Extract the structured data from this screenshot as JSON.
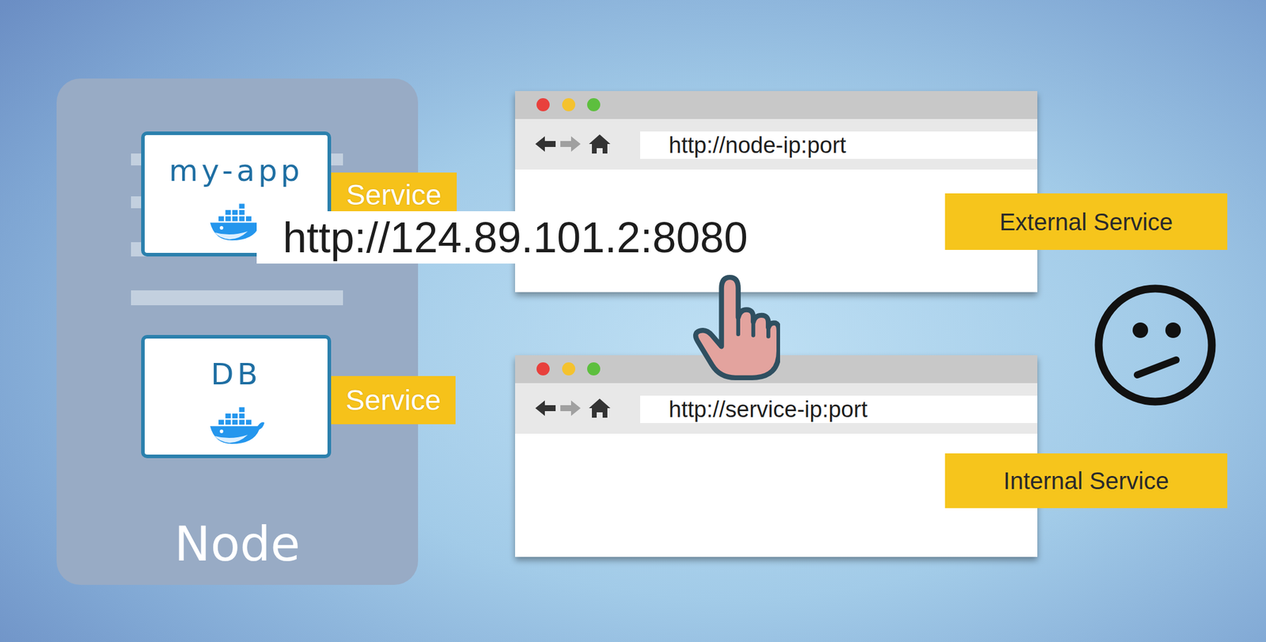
{
  "diagram": {
    "nodes": [
      {
        "text": [
          "Node"
        ]
      },
      {
        "text": [
          "my-app"
        ],
        "in": 0
      },
      {
        "text": [
          "Service"
        ],
        "in": 0
      },
      {
        "text": [
          "DB"
        ],
        "in": 0
      },
      {
        "text": [
          "Service"
        ],
        "in": 0
      },
      {
        "text": [
          "http://node-ip:port"
        ]
      },
      {
        "text": [
          "External Service"
        ]
      },
      {
        "text": [
          "http://service-ip:port"
        ]
      },
      {
        "text": [
          "Internal Service"
        ]
      }
    ],
    "edges": [
      {
        "from": 2,
        "to": 4,
        "arrow": "none"
      }
    ],
    "labels": [
      "http://124.89.101.2:8080"
    ]
  }
}
